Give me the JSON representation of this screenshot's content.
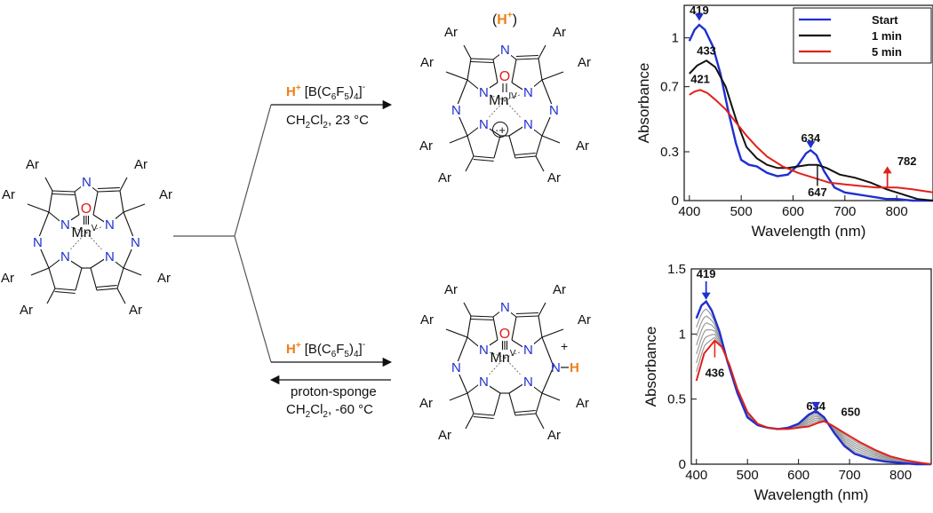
{
  "colors": {
    "nitrogen": "#1f2fd0",
    "oxygen": "#e0211b",
    "proton": "#f07f14",
    "bond": "#111111",
    "start": "#1f2fd0",
    "one_min": "#111111",
    "five_min": "#e0211b",
    "intermediate": "#9a9a9a"
  },
  "molecules": {
    "reactant": {
      "metal": "Mn",
      "ox": "V",
      "oxo": "O",
      "substituent": "Ar",
      "nitrogen": "N"
    },
    "product_top": {
      "metal": "Mn",
      "ox": "IV",
      "oxo": "O",
      "substituent": "Ar",
      "nitrogen": "N",
      "bracket_h": "H",
      "bracket_charge": "+",
      "radical_cation": "·+"
    },
    "product_bottom": {
      "metal": "Mn",
      "ox": "V",
      "oxo": "O",
      "substituent": "Ar",
      "nitrogen": "N",
      "protonated_h": "H",
      "charge": "+"
    }
  },
  "reactions": {
    "top": {
      "reagent_h": "H",
      "reagent_h_charge": "+",
      "reagent_anion": "[B(C",
      "reagent_anion_f1": "6",
      "reagent_anion_mid": "F",
      "reagent_anion_f2": "5",
      "reagent_anion_end": ")",
      "reagent_anion_f3": "4",
      "reagent_anion_close": "]",
      "reagent_anion_charge": "-",
      "conditions": "CH",
      "conditions_sub": "2",
      "conditions_mid": "Cl",
      "conditions_sub2": "2",
      "conditions_end": ", 23 °C"
    },
    "bottom": {
      "reagent_h": "H",
      "reagent_h_charge": "+",
      "reagent_anion": "[B(C",
      "reagent_anion_f1": "6",
      "reagent_anion_mid": "F",
      "reagent_anion_f2": "5",
      "reagent_anion_end": ")",
      "reagent_anion_f3": "4",
      "reagent_anion_close": "]",
      "reagent_anion_charge": "-",
      "reverse_reagent": "proton-sponge",
      "conditions": "CH",
      "conditions_sub": "2",
      "conditions_mid": "Cl",
      "conditions_sub2": "2",
      "conditions_end": ", -60 °C"
    }
  },
  "chart_data": [
    {
      "type": "line",
      "xlabel": "Wavelength (nm)",
      "ylabel": "Absorbance",
      "xlim": [
        390,
        870
      ],
      "ylim": [
        0,
        1.2
      ],
      "x_ticks": [
        400,
        500,
        600,
        700,
        800
      ],
      "y_ticks": [
        0,
        0.3,
        0.7,
        1
      ],
      "y_tick_labels": [
        "0",
        "0.3",
        "0.7",
        "1"
      ],
      "legend": {
        "placement": "top-right",
        "entries": [
          "Start",
          "1 min",
          "5 min"
        ]
      },
      "series": [
        {
          "name": "Start",
          "color": "#1f2fd0",
          "x": [
            400,
            410,
            419,
            430,
            445,
            460,
            475,
            490,
            500,
            515,
            530,
            550,
            570,
            590,
            610,
            625,
            634,
            645,
            660,
            680,
            700,
            720,
            740,
            760,
            780,
            800,
            830,
            870
          ],
          "y": [
            0.98,
            1.05,
            1.08,
            1.05,
            0.95,
            0.78,
            0.55,
            0.35,
            0.25,
            0.22,
            0.21,
            0.17,
            0.15,
            0.16,
            0.22,
            0.29,
            0.31,
            0.28,
            0.18,
            0.08,
            0.05,
            0.04,
            0.03,
            0.02,
            0.01,
            0.01,
            0.0,
            0.0
          ]
        },
        {
          "name": "1 min",
          "color": "#111111",
          "x": [
            400,
            415,
            433,
            450,
            470,
            490,
            510,
            530,
            550,
            570,
            590,
            610,
            630,
            647,
            665,
            690,
            720,
            750,
            780,
            810,
            840,
            870
          ],
          "y": [
            0.78,
            0.83,
            0.86,
            0.82,
            0.7,
            0.5,
            0.33,
            0.26,
            0.22,
            0.2,
            0.2,
            0.21,
            0.22,
            0.22,
            0.2,
            0.16,
            0.14,
            0.11,
            0.07,
            0.04,
            0.01,
            0.0
          ]
        },
        {
          "name": "5 min",
          "color": "#e0211b",
          "x": [
            400,
            410,
            421,
            435,
            450,
            470,
            490,
            510,
            530,
            550,
            580,
            610,
            640,
            670,
            700,
            730,
            760,
            782,
            800,
            830,
            870
          ],
          "y": [
            0.65,
            0.67,
            0.68,
            0.66,
            0.62,
            0.56,
            0.48,
            0.4,
            0.33,
            0.27,
            0.21,
            0.17,
            0.14,
            0.11,
            0.1,
            0.09,
            0.08,
            0.08,
            0.08,
            0.07,
            0.05
          ]
        }
      ],
      "annotations": [
        {
          "text": "419",
          "x": 419,
          "color": "#1f2fd0",
          "arrow": "down"
        },
        {
          "text": "433",
          "x": 433,
          "color": "#111111"
        },
        {
          "text": "421",
          "x": 421,
          "color": "#e0211b"
        },
        {
          "text": "634",
          "x": 634,
          "color": "#1f2fd0",
          "arrow": "down"
        },
        {
          "text": "647",
          "x": 647,
          "color": "#111111"
        },
        {
          "text": "782",
          "x": 782,
          "color": "#e0211b",
          "arrow": "up"
        }
      ]
    },
    {
      "type": "line",
      "xlabel": "Wavelength (nm)",
      "ylabel": "Absorbance",
      "xlim": [
        390,
        860
      ],
      "ylim": [
        0,
        1.5
      ],
      "x_ticks": [
        400,
        500,
        600,
        700,
        800
      ],
      "y_ticks": [
        0,
        0.5,
        1,
        1.5
      ],
      "y_tick_labels": [
        "0",
        "0.5",
        "1",
        "1.5"
      ],
      "grid": false,
      "series": [
        {
          "color": "#1f2fd0",
          "x": [
            400,
            410,
            419,
            430,
            445,
            460,
            480,
            500,
            520,
            540,
            560,
            580,
            600,
            620,
            634,
            650,
            670,
            690,
            710,
            740,
            770,
            800,
            830,
            860
          ],
          "y": [
            1.12,
            1.22,
            1.25,
            1.18,
            1.02,
            0.8,
            0.55,
            0.36,
            0.3,
            0.28,
            0.27,
            0.28,
            0.31,
            0.38,
            0.41,
            0.36,
            0.24,
            0.14,
            0.08,
            0.04,
            0.02,
            0.01,
            0.0,
            0.0
          ]
        },
        {
          "color": "#e0211b",
          "x": [
            400,
            415,
            436,
            450,
            465,
            480,
            500,
            520,
            540,
            560,
            580,
            600,
            620,
            640,
            650,
            665,
            690,
            720,
            750,
            780,
            810,
            840,
            860
          ],
          "y": [
            0.64,
            0.85,
            0.95,
            0.9,
            0.76,
            0.58,
            0.4,
            0.31,
            0.28,
            0.27,
            0.27,
            0.28,
            0.29,
            0.32,
            0.33,
            0.3,
            0.24,
            0.17,
            0.11,
            0.06,
            0.03,
            0.01,
            0.0
          ]
        }
      ],
      "annotations": [
        {
          "text": "419",
          "x": 419,
          "color": "#1f2fd0",
          "arrow": "down"
        },
        {
          "text": "436",
          "x": 436,
          "color": "#e0211b"
        },
        {
          "text": "634",
          "x": 634,
          "color": "#1f2fd0",
          "arrow": "down"
        },
        {
          "text": "650",
          "x": 650,
          "color": "#e0211b"
        }
      ]
    }
  ]
}
